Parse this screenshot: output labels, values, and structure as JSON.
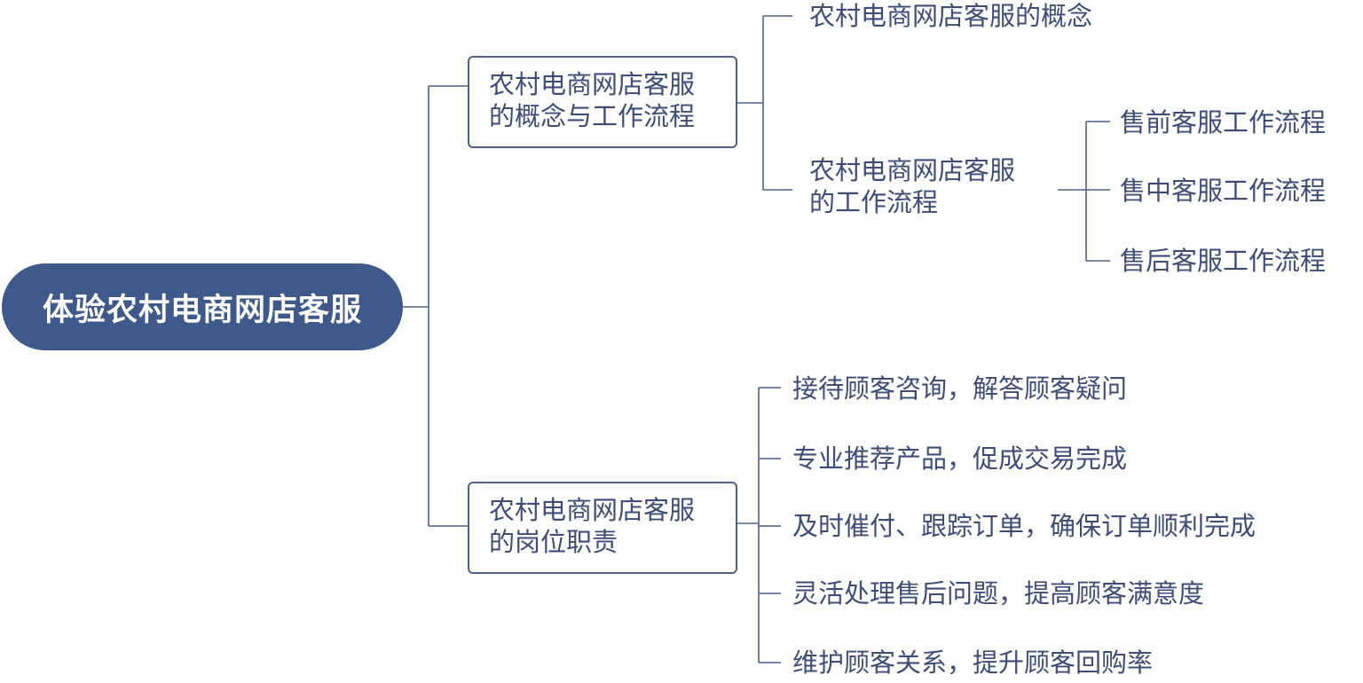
{
  "root": {
    "label": "体验农村电商网店客服"
  },
  "branch1": {
    "line1": "农村电商网店客服",
    "line2": "的概念与工作流程",
    "children": {
      "concept": "农村电商网店客服的概念",
      "workflow": {
        "line1": "农村电商网店客服",
        "line2": "的工作流程",
        "children": [
          "售前客服工作流程",
          "售中客服工作流程",
          "售后客服工作流程"
        ]
      }
    }
  },
  "branch2": {
    "line1": "农村电商网店客服",
    "line2": "的岗位职责",
    "children": [
      "接待顾客咨询，解答顾客疑问",
      "专业推荐产品，促成交易完成",
      "及时催付、跟踪订单，确保订单顺利完成",
      "灵活处理售后问题，提高顾客满意度",
      "维护顾客关系，提升顾客回购率"
    ]
  },
  "colors": {
    "root_fill": "#3f5a8a",
    "text": "#3f4d76",
    "line": "#4f5f86"
  }
}
